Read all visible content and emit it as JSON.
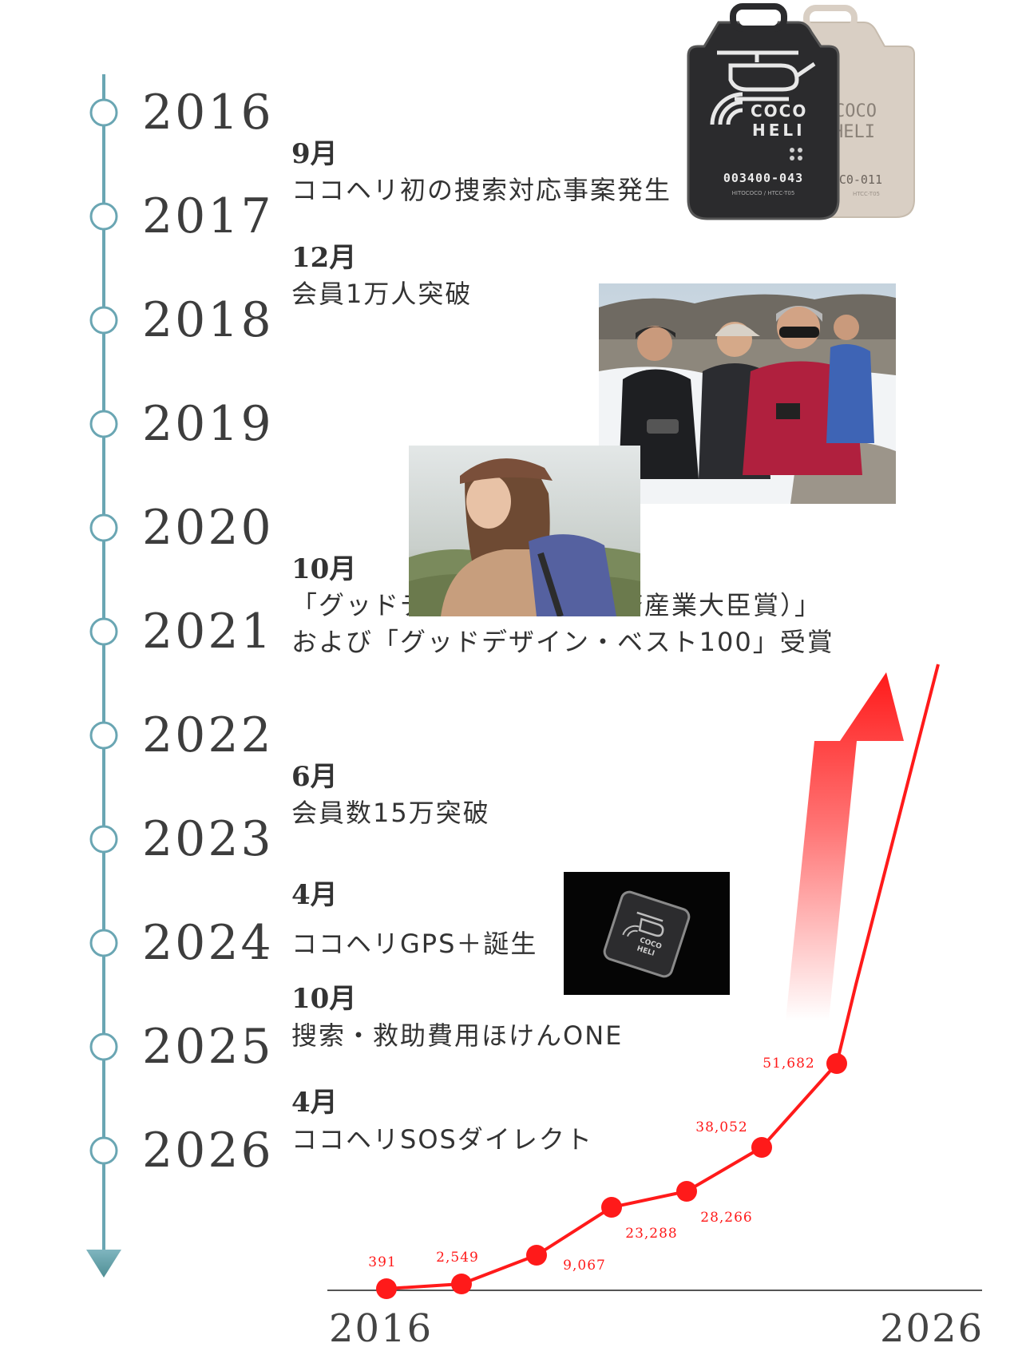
{
  "timeline": {
    "years": [
      "2016",
      "2017",
      "2018",
      "2019",
      "2020",
      "2021",
      "2022",
      "2023",
      "2024",
      "2025",
      "2026"
    ],
    "events": [
      {
        "year": "2017",
        "month": "9月",
        "lines": [
          "ココヘリ初の捜索対応事案発生"
        ]
      },
      {
        "year": "2018",
        "month": "12月",
        "lines": [
          "会員1万人突破"
        ]
      },
      {
        "year": "2021",
        "month": "10月",
        "lines": [
          "「グッドデザイン金賞（経済産業大臣賞）」",
          "および「グッドデザイン・ベスト100」受賞"
        ]
      },
      {
        "year": "2023",
        "month": "6月",
        "lines": [
          "会員数15万突破"
        ]
      },
      {
        "year": "2024",
        "month": "4月",
        "lines": [
          "ココヘリGPS＋誕生"
        ]
      },
      {
        "year": "2025",
        "month": "10月",
        "lines": [
          "搜索・救助費用ほけんONE"
        ]
      },
      {
        "year": "2026",
        "month": "4月",
        "lines": [
          "ココヘリSOSダイレクト"
        ]
      }
    ],
    "colors": {
      "line": "#6aa6b3",
      "arrow_top": "#7fb5bf",
      "arrow_bottom": "#4f8f95"
    }
  },
  "device": {
    "front": {
      "brand_line1": "COCO",
      "brand_line2": "HELI",
      "serial": "003400-043",
      "model": "HITOCOCO / HTCC-T05"
    },
    "back": {
      "brand_line1": "COCO",
      "brand_line2": "HELI",
      "serial": "C0-011",
      "model": "HTCC-T05"
    }
  },
  "gps_device": {
    "brand_line1": "COCO",
    "brand_line2": "HELI"
  },
  "chart_data": {
    "type": "line",
    "x": [
      2016,
      2017,
      2018,
      2019,
      2020,
      2021,
      2022
    ],
    "values": [
      391,
      2549,
      9067,
      23288,
      28266,
      38052,
      51682
    ],
    "labels": [
      "391",
      "2,549",
      "9,067",
      "23,288",
      "28,266",
      "38,052",
      "51,682"
    ],
    "axis_start_label": "2016",
    "axis_end_label": "2026",
    "ylim": [
      0,
      60000
    ],
    "color": "#ff1a1a",
    "grid": false,
    "legend": "none"
  }
}
